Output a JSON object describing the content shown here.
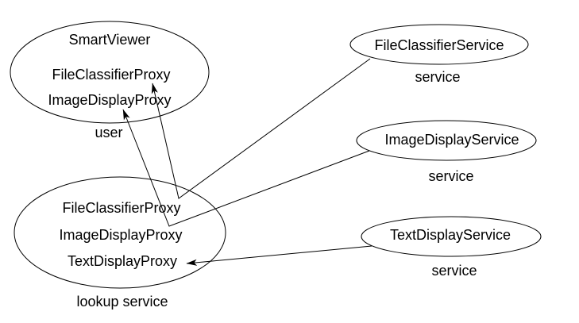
{
  "background": "#ffffff",
  "stroke_color": "#000000",
  "nodes": {
    "user": {
      "labels": [
        "SmartViewer",
        "FileClassifierProxy",
        "ImageDisplayProxy"
      ],
      "caption": "user"
    },
    "lookup": {
      "labels": [
        "FileClassifierProxy",
        "ImageDisplayProxy",
        "TextDisplayProxy"
      ],
      "caption": "lookup service"
    },
    "file_classifier_service": {
      "labels": [
        "FileClassifierService"
      ],
      "caption": "service"
    },
    "image_display_service": {
      "labels": [
        "ImageDisplayService"
      ],
      "caption": "service"
    },
    "text_display_service": {
      "labels": [
        "TextDisplayService"
      ],
      "caption": "service"
    }
  },
  "edges": [
    {
      "from": "FileClassifierService",
      "bend_in": "lookup service",
      "arrow_to": "FileClassifierProxy (user)"
    },
    {
      "from": "ImageDisplayService",
      "bend_in": "lookup service",
      "arrow_to": "ImageDisplayProxy (user)"
    },
    {
      "from": "TextDisplayService",
      "arrow_to": "TextDisplayProxy (lookup service)"
    }
  ]
}
